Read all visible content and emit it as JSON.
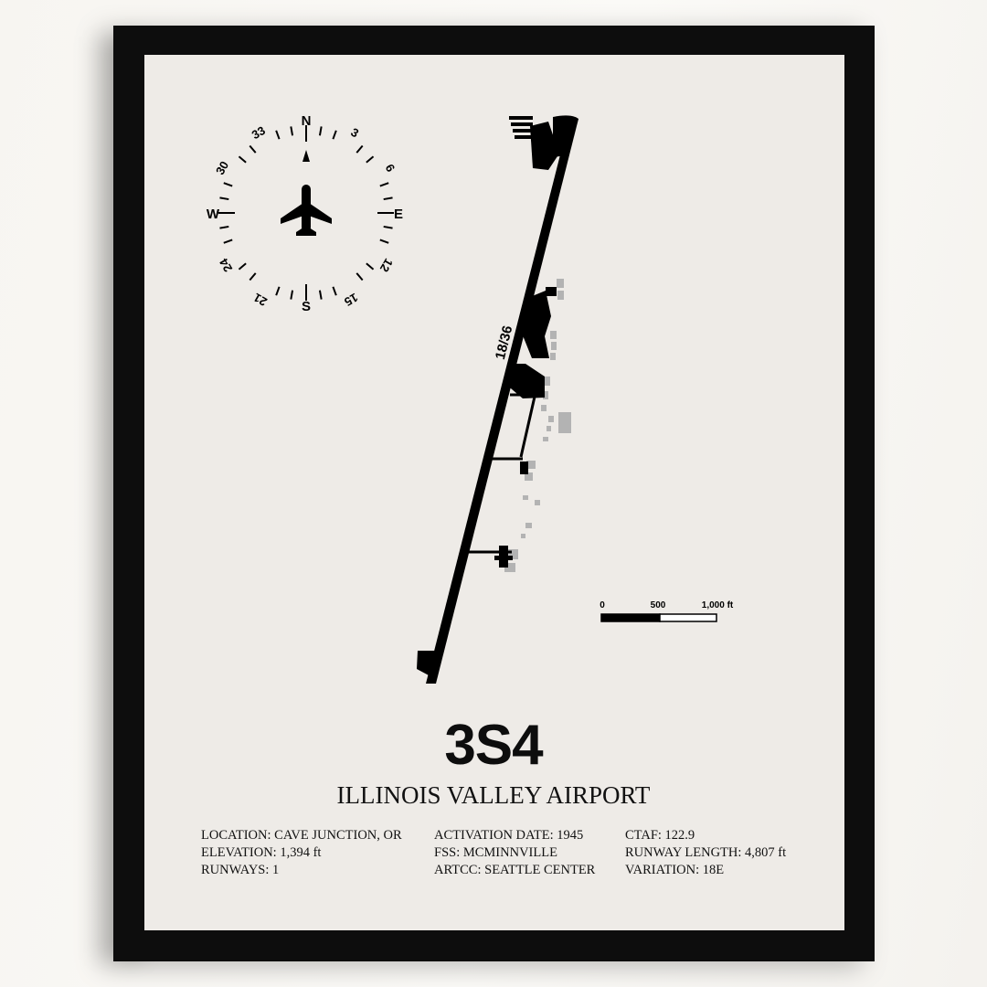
{
  "airport": {
    "code": "3S4",
    "name": "ILLINOIS VALLEY AIRPORT",
    "runway_label": "18/36"
  },
  "compass": {
    "cardinals": {
      "n": "N",
      "e": "E",
      "s": "S",
      "w": "W"
    },
    "degrees": [
      "3",
      "6",
      "12",
      "15",
      "21",
      "24",
      "30",
      "33"
    ]
  },
  "scale_bar": {
    "labels": [
      "0",
      "500",
      "1,000 ft"
    ]
  },
  "details": {
    "col1": [
      "LOCATION: CAVE JUNCTION, OR",
      "ELEVATION: 1,394 ft",
      "RUNWAYS: 1"
    ],
    "col2": [
      "ACTIVATION DATE: 1945",
      "FSS: MCMINNVILLE",
      "ARTCC: SEATTLE CENTER"
    ],
    "col3": [
      "CTAF: 122.9",
      "RUNWAY LENGTH: 4,807 ft",
      "VARIATION: 18E"
    ]
  },
  "colors": {
    "frame": "#0d0d0d",
    "mat": "#eeebe7",
    "ink": "#000000",
    "building": "#b3b3b3"
  }
}
